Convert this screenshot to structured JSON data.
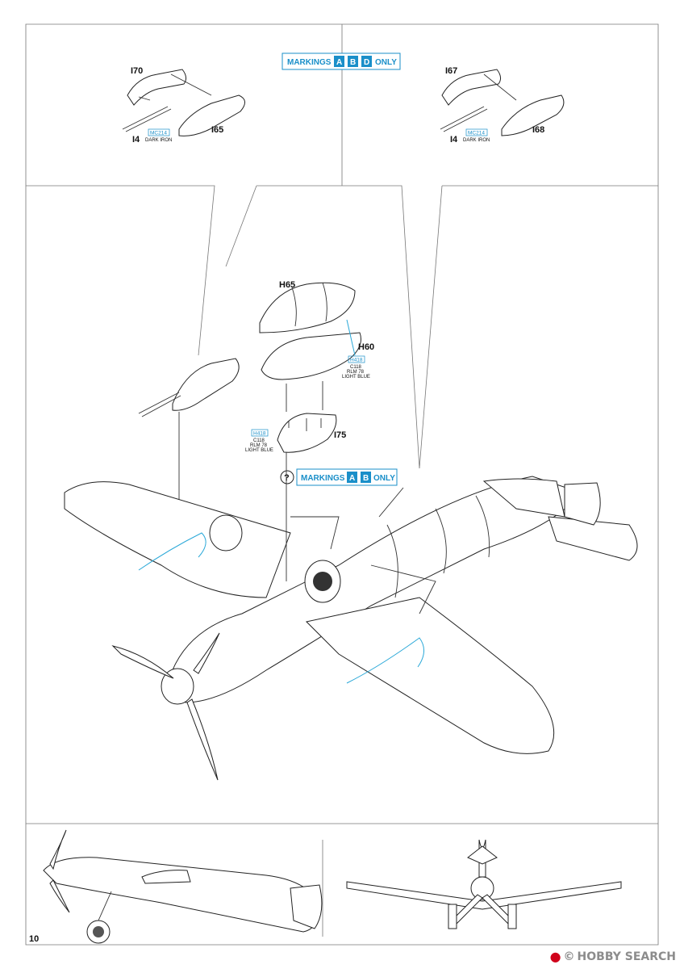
{
  "page_number": "10",
  "top_banner": {
    "prefix": "MARKINGS",
    "badges": [
      "A",
      "B",
      "D"
    ],
    "suffix": "ONLY"
  },
  "mid_banner": {
    "prefix": "MARKINGS",
    "badges": [
      "A",
      "B"
    ],
    "suffix": "ONLY"
  },
  "left_inset": {
    "part_a": "I70",
    "part_b": "I65",
    "part_c": "I4",
    "paint_code": "MC214",
    "paint_name": "DARK IRON"
  },
  "right_inset": {
    "part_a": "I67",
    "part_b": "I68",
    "part_c": "I4",
    "paint_code": "MC214",
    "paint_name": "DARK IRON"
  },
  "drop_tank": {
    "upper": "H65",
    "lower": "H60",
    "paint_code": "H418",
    "paint_c": "C118",
    "paint_rlm": "RLM 78",
    "paint_name": "LIGHT BLUE"
  },
  "rack": {
    "part": "I75",
    "paint_code": "H418",
    "paint_c": "C118",
    "paint_rlm": "RLM 78",
    "paint_name": "LIGHT BLUE"
  },
  "question_mark": "?",
  "watermark": {
    "brand": "HOBBY SEARCH",
    "dot_symbol": "●",
    "copyright": "©"
  },
  "colors": {
    "accent": "#1a8fc9",
    "line": "#222222",
    "brand_red": "#d0021b"
  }
}
